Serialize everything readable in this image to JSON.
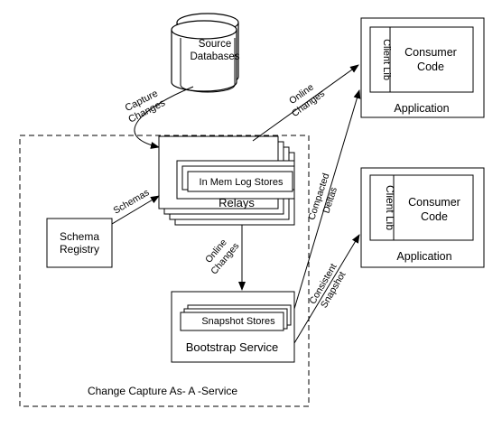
{
  "diagram": {
    "source_db": {
      "line1": "Source",
      "line2": "Databases"
    },
    "capture_changes": {
      "line1": "Capture",
      "line2": "Changes"
    },
    "online_changes_top": {
      "line1": "Online",
      "line2": "Changes"
    },
    "compacted_deltas": {
      "line1": "Compacted",
      "line2": "Deltas"
    },
    "consistent_snapshot": {
      "line1": "Consistent",
      "line2": "Snapshot"
    },
    "schemas": "Schemas",
    "online_changes_mid": {
      "line1": "Online",
      "line2": "Changes"
    },
    "schema_registry": {
      "line1": "Schema",
      "line2": "Registry"
    },
    "log_stores": "In Mem Log Stores",
    "relays": "Relays",
    "snapshot_stores": "Snapshot Stores",
    "bootstrap_service": "Bootstrap Service",
    "service_boundary_label": "Change Capture As- A -Service",
    "client_lib_1": "Client Lib",
    "consumer_code_1": {
      "line1": "Consumer",
      "line2": "Code"
    },
    "application_1": "Application",
    "client_lib_2": "Client Lib",
    "consumer_code_2": {
      "line1": "Consumer",
      "line2": "Code"
    },
    "application_2": "Application"
  }
}
